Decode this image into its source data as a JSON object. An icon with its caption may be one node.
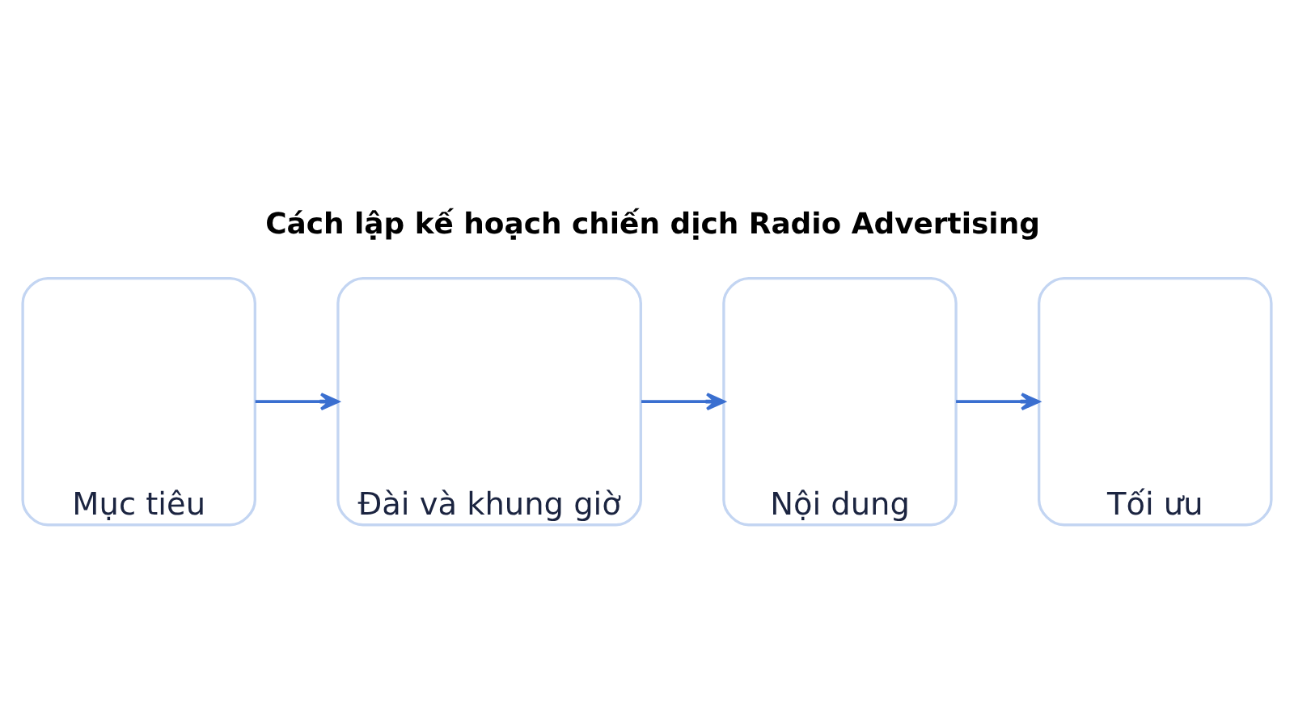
{
  "diagram": {
    "title": "Cách lập kế hoạch chiến dịch Radio Advertising",
    "nodes": [
      {
        "text": [
          "Mục tiêu"
        ]
      },
      {
        "text": [
          "Đài và khung giờ"
        ]
      },
      {
        "text": [
          "Nội dung"
        ]
      },
      {
        "text": [
          "Tối ưu"
        ]
      }
    ],
    "edges": [
      {
        "from": 0,
        "to": 1,
        "arrow": "to"
      },
      {
        "from": 1,
        "to": 2,
        "arrow": "to"
      },
      {
        "from": 2,
        "to": 3,
        "arrow": "to"
      }
    ]
  }
}
